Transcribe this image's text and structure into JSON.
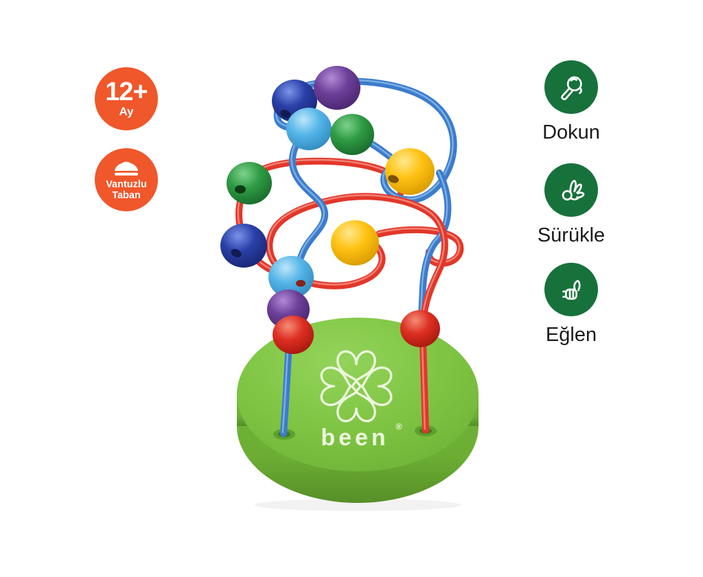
{
  "badges": {
    "age": {
      "line1": "12+",
      "line2": "Ay",
      "background": "#F0572B",
      "icon": "age-badge"
    },
    "suction": {
      "line1": "Vantuzlu",
      "line2": "Taban",
      "background": "#F0572B",
      "icon": "suction-cup-icon"
    }
  },
  "features": [
    {
      "label": "Dokun",
      "icon": "touch-hand-icon",
      "circle_color": "#17713B"
    },
    {
      "label": "Sürükle",
      "icon": "ok-hand-icon",
      "circle_color": "#17713B"
    },
    {
      "label": "Eğlen",
      "icon": "thumbs-up-icon",
      "circle_color": "#17713B"
    }
  ],
  "product": {
    "brand": "been",
    "registered_mark": "®",
    "logo": "clover-logo",
    "colors": {
      "base_green": "#7EC342",
      "base_side_green": "#6FB238",
      "wire_blue": "#3C7CCB",
      "wire_red": "#E2372A",
      "bead_navy": "#2A3FA8",
      "bead_purple": "#6C4099",
      "bead_light_blue": "#55B5E8",
      "bead_green": "#2E9C44",
      "bead_yellow": "#FFC212",
      "bead_red": "#DD2F22",
      "label_text": "#1A1A1A"
    }
  }
}
